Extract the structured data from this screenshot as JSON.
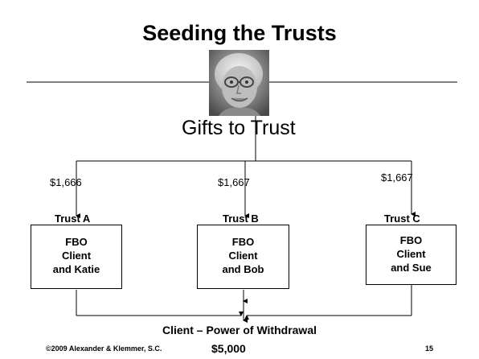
{
  "slide": {
    "title": "Seeding the Trusts",
    "gifts_label": "Gifts to Trust",
    "photo_icon": "elderly-woman-photo",
    "trusts": [
      {
        "amount": "$1,666",
        "label": "Trust A",
        "line1": "FBO",
        "line2": "Client",
        "line3": "and Katie"
      },
      {
        "amount": "$1,667",
        "label": "Trust B",
        "line1": "FBO",
        "line2": "Client",
        "line3": "and Bob"
      },
      {
        "amount": "$1,667",
        "label": "Trust C",
        "line1": "FBO",
        "line2": "Client",
        "line3": "and Sue"
      }
    ],
    "withdrawal_label": "Client – Power of Withdrawal",
    "withdrawal_value": "$5,000",
    "copyright": "©2009 Alexander & Klemmer, S.C.",
    "page_number": "15"
  }
}
